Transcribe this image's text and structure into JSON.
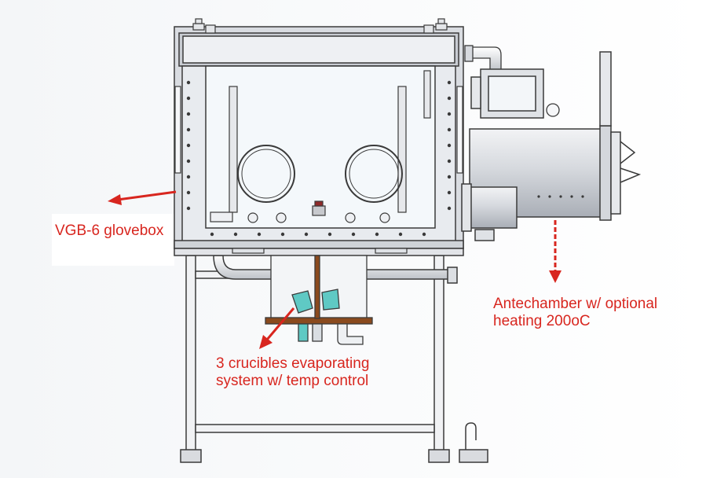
{
  "labels": {
    "glovebox": "VGB-6 glovebox",
    "crucibles_line1": "3 crucibles evaporating",
    "crucibles_line2": "system w/ temp control",
    "antechamber_line1": "Antechamber w/ optional",
    "antechamber_line2": "heating 200oC"
  },
  "colors": {
    "annotation": "#d8261f",
    "line": "#3a3a3a",
    "steel": "#c9ccd2",
    "window": "#eef3f8",
    "copper": "#8a4a1e",
    "cyan_part": "#5fc9c4"
  }
}
